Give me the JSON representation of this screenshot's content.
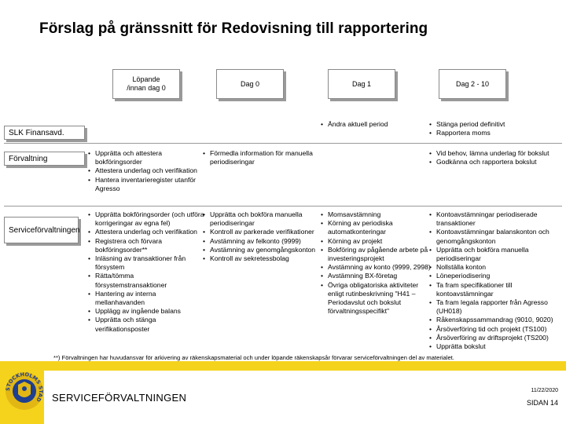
{
  "title": "Förslag på gränssnitt för Redovisning till rapportering",
  "headers": [
    "Löpande /innan dag 0",
    "Dag 0",
    "Dag 1",
    "Dag 2 - 10"
  ],
  "rows": {
    "slk": {
      "label": "SLK Finansavd.",
      "col3": [
        "Ändra aktuell period"
      ],
      "col4": [
        "Stänga period definitivt",
        "Rapportera moms"
      ]
    },
    "forvaltning": {
      "label": "Förvaltning",
      "col1": [
        "Upprätta och attestera bokföringsorder",
        "Attestera underlag och verifikation",
        "Hantera inventarieregister utanför Agresso"
      ],
      "col2": [
        "Förmedla information för manuella periodiseringar"
      ],
      "col4": [
        "Vid behov, lämna underlag för bokslut",
        "Godkänna och rapportera bokslut"
      ]
    },
    "service": {
      "label": "Serviceförvaltningen",
      "col1": [
        "Upprätta bokföringsorder (och utföra korrigeringar av egna fel)",
        "Attestera underlag och verifikation",
        "Registrera och förvara bokföringsorder**",
        "Inläsning av transaktioner från försystem",
        "Rätta/tömma försystemstransaktioner",
        "Hantering av interna mellanhavanden",
        "Upplägg av ingående balans",
        "Upprätta och stänga verifikationsposter"
      ],
      "col2": [
        "Upprätta och bokföra manuella periodiseringar",
        "Kontroll av parkerade verifikationer",
        "Avstämning av felkonto (9999)",
        "Avstämning av genomgångskonton",
        "Kontroll av sekretessbolag"
      ],
      "col3": [
        "Momsavstämning",
        "Körning av periodiska automatkonteringar",
        "Körning av projekt",
        "Bokföring av pågående arbete på investeringsprojekt",
        "Avstämning av konto (9999, 2998)",
        "Avstämning BX-företag",
        "Övriga obligatoriska aktiviteter enligt rutinbeskrivning \"H41 – Periodavslut och bokslut förvaltningsspecifikt\""
      ],
      "col4": [
        "Kontoavstämningar periodiserade transaktioner",
        "Kontoavstämningar balanskonton och genomgångskonton",
        "Upprätta och bokföra manuella periodiseringar",
        "Nollställa konton",
        "Löneperiodisering",
        "Ta fram specifikationer till kontoavstämningar",
        "Ta fram legala rapporter från Agresso (UH018)",
        "Råkenskapssammandrag (9010, 9020)",
        "Årsöverföring tid och projekt (TS100)",
        "Årsöverföring av driftsprojekt (TS200)",
        "Upprätta bokslut"
      ]
    }
  },
  "footnote": "**) Förvaltningen har huvudansvar för arkivering av räkenskapsmaterial och under löpande räkenskapsår förvarar serviceförvaltningen del av materialet.",
  "footer": {
    "brand": "SERVICEFÖRVALTNINGEN",
    "date": "11/22/2020",
    "page": "SIDAN 14",
    "seal_text": "STOCKHOLMS STAD"
  },
  "colors": {
    "footer_yellow": "#f5d31c",
    "seal_blue": "#1f3f8f",
    "seal_gold": "#e2b714"
  }
}
